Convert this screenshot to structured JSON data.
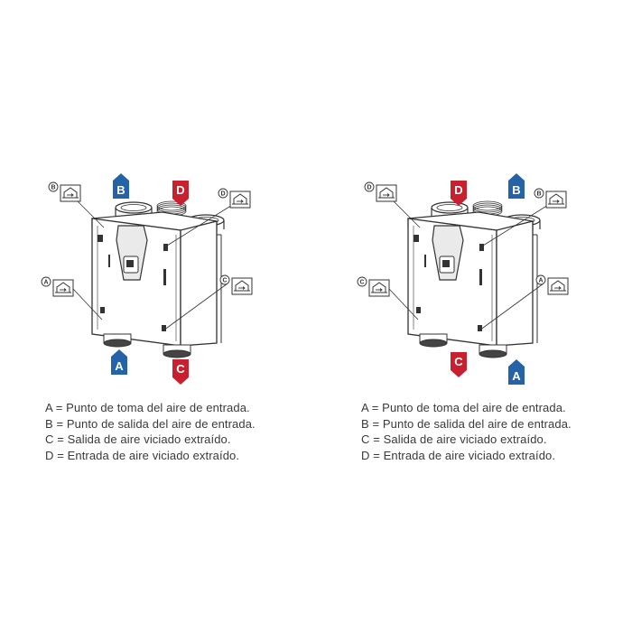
{
  "colors": {
    "blue": "#2563a8",
    "red": "#c8202e",
    "line": "#333333",
    "body": "#ffffff"
  },
  "panels": [
    {
      "tags": {
        "top_left": "B",
        "top_right": "D",
        "bottom_left": "A",
        "bottom_right": "C"
      },
      "tag_colors": {
        "top_left": "blue",
        "top_right": "red",
        "bottom_left": "blue",
        "bottom_right": "red"
      },
      "callouts": {
        "upper_left": "B",
        "upper_right": "D",
        "lower_left": "A",
        "lower_right": "C"
      },
      "legend": [
        "A = Punto de toma del aire de entrada.",
        "B = Punto de salida del aire de entrada.",
        "C = Salida de aire viciado extraído.",
        "D = Entrada de aire viciado extraído."
      ]
    },
    {
      "tags": {
        "top_left": "D",
        "top_right": "B",
        "bottom_left": "C",
        "bottom_right": "A"
      },
      "tag_colors": {
        "top_left": "red",
        "top_right": "blue",
        "bottom_left": "red",
        "bottom_right": "blue"
      },
      "callouts": {
        "upper_left": "D",
        "upper_right": "B",
        "lower_left": "C",
        "lower_right": "A"
      },
      "legend": [
        "A = Punto de toma del aire de entrada.",
        "B = Punto de salida del aire de entrada.",
        "C = Salida de aire viciado extraído.",
        "D = Entrada de aire viciado extraído."
      ]
    }
  ]
}
